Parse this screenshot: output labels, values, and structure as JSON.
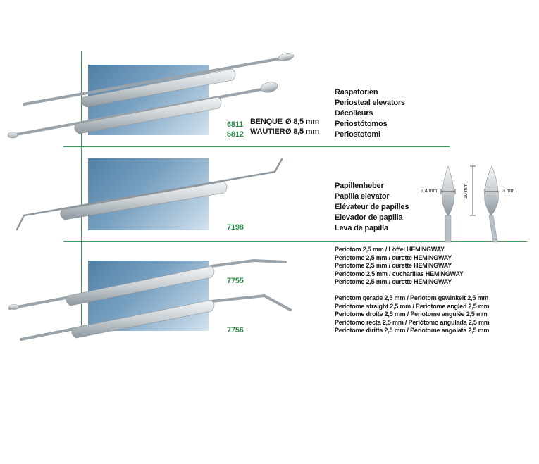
{
  "section1": {
    "items": [
      {
        "code": "6811",
        "name": "BENQUE",
        "size": "Ø 8,5 mm"
      },
      {
        "code": "6812",
        "name": "WAUTIER",
        "size": "Ø 8,5 mm"
      }
    ],
    "descriptions": [
      "Raspatorien",
      "Periosteal elevators",
      "Décolleurs",
      "Periostótomos",
      "Periostotomi"
    ]
  },
  "section2": {
    "code": "7198",
    "descriptions": [
      "Papillenheber",
      "Papilla elevator",
      "Elévateur de papilles",
      "Elevador de papilla",
      "Leva de papilla"
    ],
    "dimensions": {
      "width_left": "2,4 mm",
      "length": "10 mm",
      "width_right": "3 mm"
    }
  },
  "section3": {
    "codes": [
      "7755",
      "7756"
    ],
    "group1": [
      "Periotom 2,5 mm / Löffel HEMINGWAY",
      "Periotome 2,5 mm / curette HEMINGWAY",
      "Periotome 2,5 mm / curette HEMINGWAY",
      "Periótomo 2,5 mm / cucharillas HEMINGWAY",
      "Periotome 2,5 mm / curette HEMINGWAY"
    ],
    "group2": [
      "Periotom gerade 2,5 mm / Periotom gewinkelt 2,5 mm",
      "Periotome straight 2,5 mm / Periotome angled 2,5 mm",
      "Periotome droite 2,5 mm / Periotome angulée 2,5 mm",
      "Periótomo recta 2,5 mm / Periótomo angulada 2,5 mm",
      "Periotome diritta 2,5 mm / Periotome angolata 2,5 mm"
    ]
  },
  "colors": {
    "accent": "#2d8a4a",
    "line": "#3a9a5a",
    "panel": "#5f8db2"
  }
}
